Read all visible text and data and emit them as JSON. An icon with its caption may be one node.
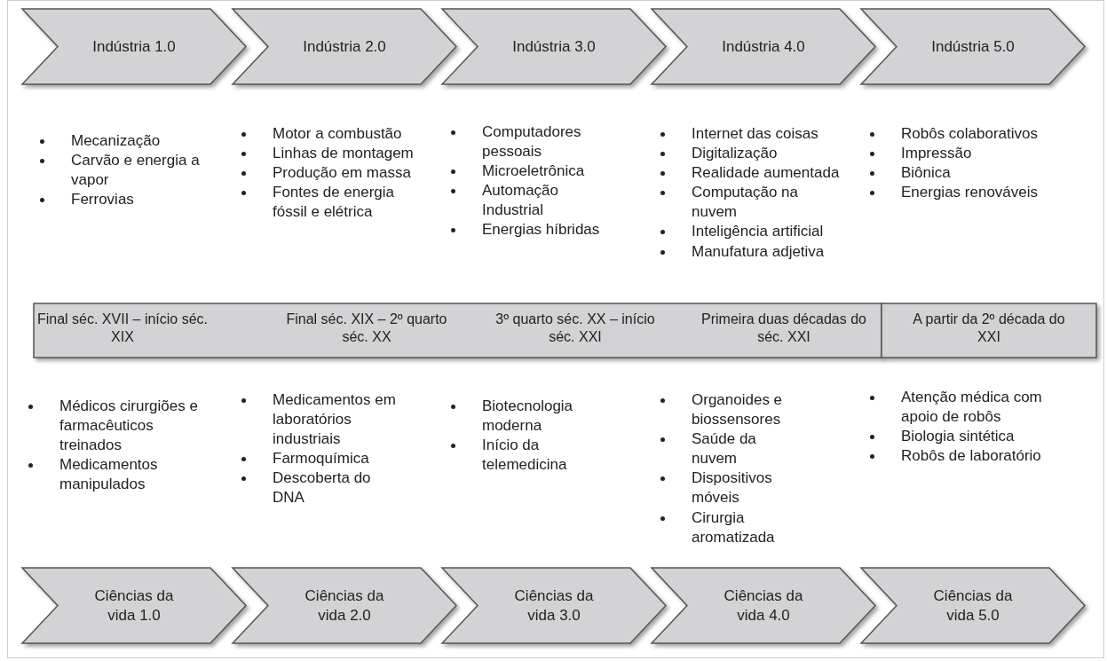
{
  "diagram": {
    "nodes": [
      {
        "text": [
          "Indústria 1.0"
        ]
      },
      {
        "text": [
          "Indústria 2.0"
        ]
      },
      {
        "text": [
          "Indústria 3.0"
        ]
      },
      {
        "text": [
          "Indústria 4.0"
        ]
      },
      {
        "text": [
          "Indústria 5.0"
        ]
      },
      {
        "text": [
          "Final séc. XVII – início séc. XIX",
          "Final séc. XIX – 2º quarto séc. XX",
          "3º quarto séc. XX – início séc. XXI",
          "Primeira duas décadas do séc. XXI"
        ]
      },
      {
        "text": [
          "A partir da 2º década do XXI"
        ]
      },
      {
        "text": [
          "Ciências da vida 1.0"
        ]
      },
      {
        "text": [
          "Ciências da vida 2.0"
        ]
      },
      {
        "text": [
          "Ciências da vida 3.0"
        ]
      },
      {
        "text": [
          "Ciências da vida 4.0"
        ]
      },
      {
        "text": [
          "Ciências da vida 5.0"
        ]
      }
    ],
    "labels": [
      "Mecanização",
      "Carvão e energia a vapor",
      "Ferrovias",
      "Motor a combustão",
      "Linhas de montagem",
      "Produção em massa",
      "Fontes de energia fóssil e elétrica",
      "Computadores pessoais",
      "Microeletrônica",
      "Automação Industrial",
      "Energias híbridas",
      "Internet das coisas",
      "Digitalização",
      "Realidade aumentada",
      "Computação na nuvem",
      "Inteligência artificial",
      "Manufatura adjetiva",
      "Robôs colaborativos",
      "Impressão",
      "Biônica",
      "Energias renováveis",
      "Médicos cirurgiões e farmacêuticos treinados",
      "Medicamentos manipulados",
      "Medicamentos em laboratórios industriais",
      "Farmoquímica",
      "Descoberta do DNA",
      "Biotecnologia moderna",
      "Início da telemedicina",
      "Organoides e biossensores",
      "Saúde da nuvem",
      "Dispositivos móveis",
      "Cirurgia aromatizada",
      "Atenção médica com apoio de robôs",
      "Biologia sintética",
      "Robôs de laboratório"
    ]
  }
}
